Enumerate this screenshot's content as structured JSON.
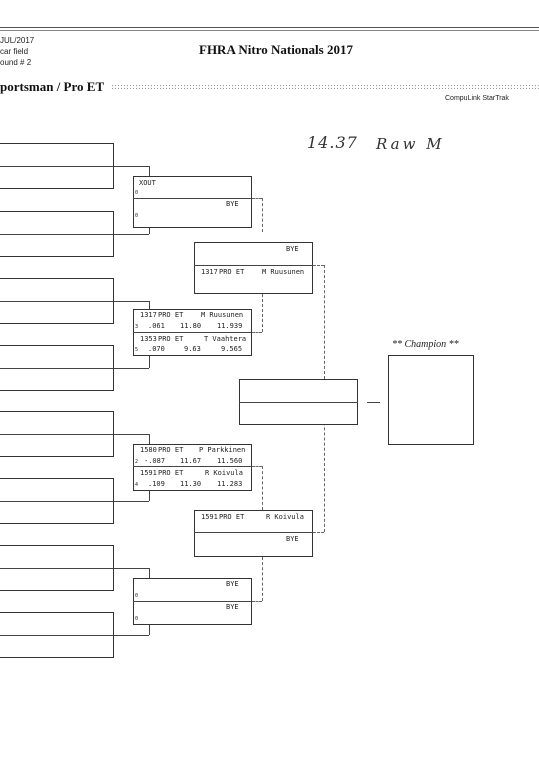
{
  "header": {
    "date": "JUL/2017",
    "field": "car field",
    "round": "ound # 2",
    "event_title": "FHRA Nitro Nationals 2017",
    "class_title": "portsman / Pro ET",
    "system": "CompuLink StarTrak"
  },
  "handwritten": {
    "time": "14.37",
    "signature": "Raw M"
  },
  "round2": {
    "pair1": {
      "top": {
        "name": "XOUT",
        "lane": "0"
      },
      "bottom": {
        "name": "BYE",
        "lane": "0"
      }
    },
    "pair2": {
      "top": {
        "num": "1317",
        "class": "PRO ET",
        "name": "M Ruusunen",
        "lane": "3",
        "rt": ".061",
        "et": "11.80",
        "dial": "11.939"
      },
      "bottom": {
        "num": "1353",
        "class": "PRO ET",
        "name": "T Vaahtera",
        "lane": "5",
        "rt": ".070",
        "et": "9.63",
        "dial": "9.565"
      }
    },
    "pair3": {
      "top": {
        "num": "1580",
        "class": "PRO ET",
        "name": "P Parkkinen",
        "lane": "2",
        "rt": "-.087",
        "et": "11.67",
        "dial": "11.560"
      },
      "bottom": {
        "num": "1591",
        "class": "PRO ET",
        "name": "R Koivula",
        "lane": "4",
        "rt": ".109",
        "et": "11.30",
        "dial": "11.283"
      }
    },
    "pair4": {
      "top": {
        "name": "BYE",
        "lane": "0"
      },
      "bottom": {
        "name": "BYE",
        "lane": "0"
      }
    }
  },
  "round3": {
    "pair1": {
      "top": {
        "name": "BYE"
      },
      "bottom": {
        "num": "1317",
        "class": "PRO ET",
        "name": "M Ruusunen"
      }
    },
    "pair2": {
      "top": {
        "num": "1591",
        "class": "PRO ET",
        "name": "R Koivula"
      },
      "bottom": {
        "name": "BYE"
      }
    }
  },
  "champion": {
    "label": "** Champion **"
  }
}
